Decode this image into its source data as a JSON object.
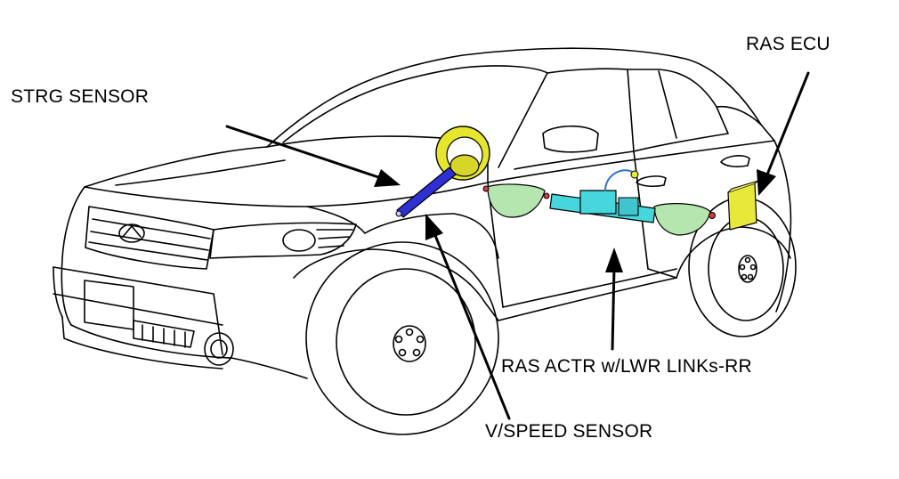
{
  "labels": {
    "strg_sensor": "STRG SENSOR",
    "ras_ecu": "RAS ECU",
    "ras_actr": "RAS ACTR w/LWR LINKs-RR",
    "vspeed_sensor": "V/SPEED SENSOR"
  },
  "colors": {
    "outline": "#000000",
    "background": "#ffffff",
    "steering_wheel": "#e6e62c",
    "steering_column": "#2f2fd6",
    "actuator_links": "#b5e6b0",
    "actuator_body": "#47d6dc",
    "ras_ecu": "#e8e83a",
    "connector": "#d83a3a"
  }
}
